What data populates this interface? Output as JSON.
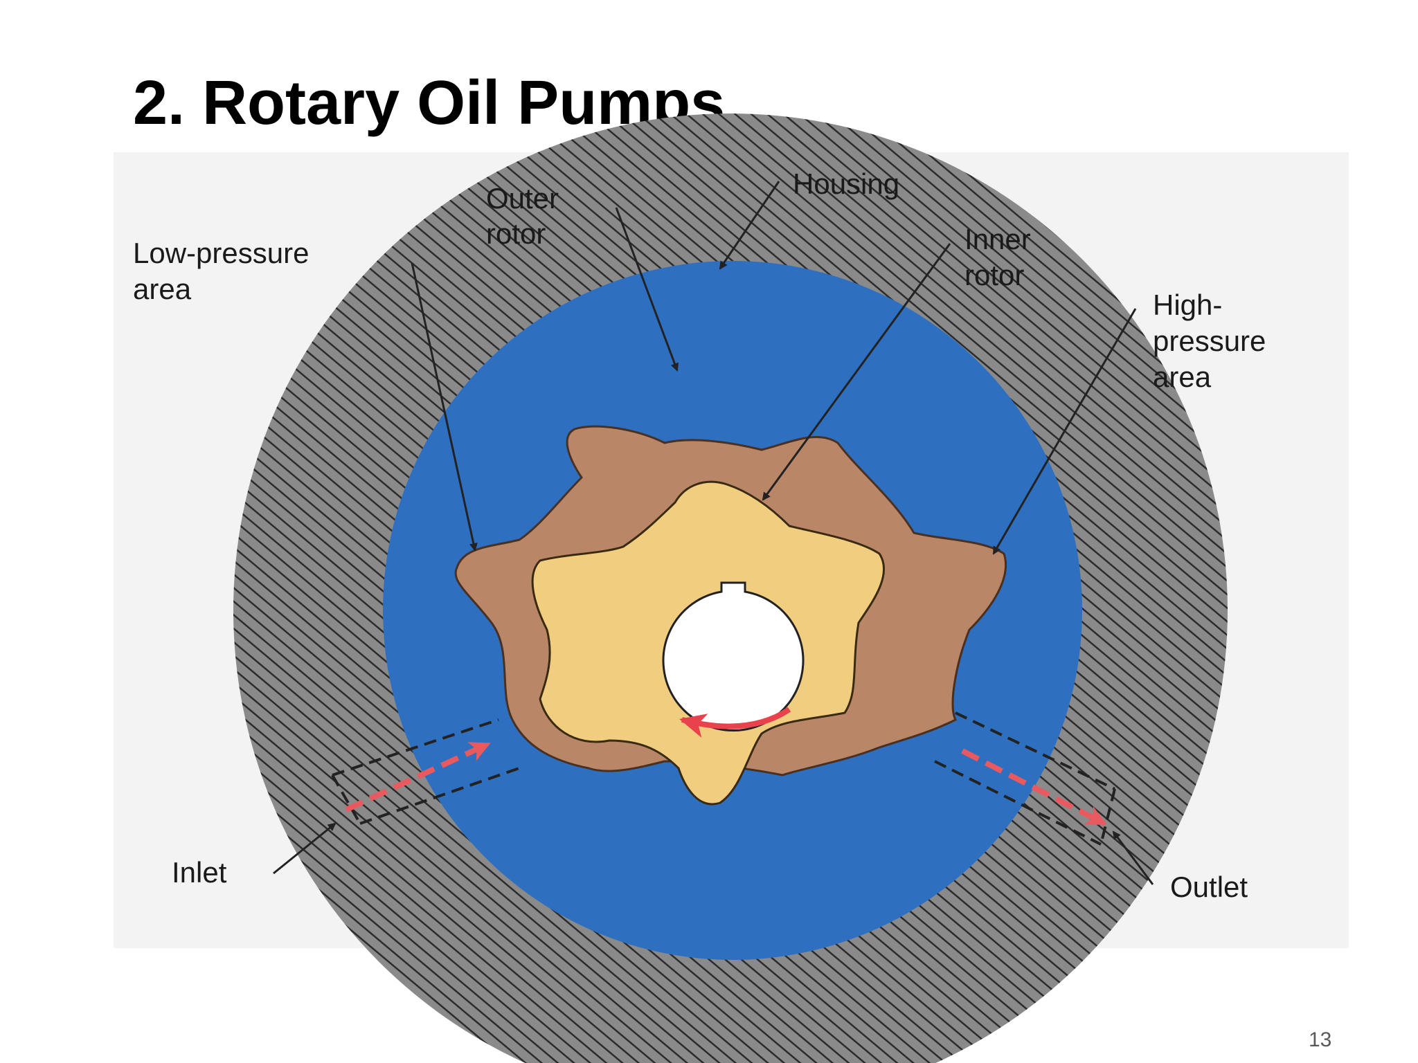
{
  "slide": {
    "title": "2. Rotary Oil Pumps",
    "page_number": "13"
  },
  "diagram": {
    "labels": {
      "outer_rotor": [
        "Outer",
        "rotor"
      ],
      "housing": "Housing",
      "low_pressure": [
        "Low-pressure",
        "area"
      ],
      "inner_rotor": [
        "Inner",
        "rotor"
      ],
      "high_pressure": [
        "High-",
        "pressure",
        "area"
      ],
      "inlet": "Inlet",
      "outlet": "Outlet"
    },
    "colors": {
      "housing": "#8a8a8a",
      "housing_hatch": "#2b2b2b",
      "oil_cavity": "#2e6fc0",
      "outer_rotor": "#b98668",
      "inner_rotor": "#f1cd80",
      "rotation_arrow": "#e8424d",
      "flow_arrow": "#e85a60",
      "leader_line": "#222222"
    },
    "icons": {
      "rotation": "curved-arrow-counterclockwise",
      "inlet_flow": "dashed-arrow-in",
      "outlet_flow": "dashed-arrow-out"
    }
  }
}
